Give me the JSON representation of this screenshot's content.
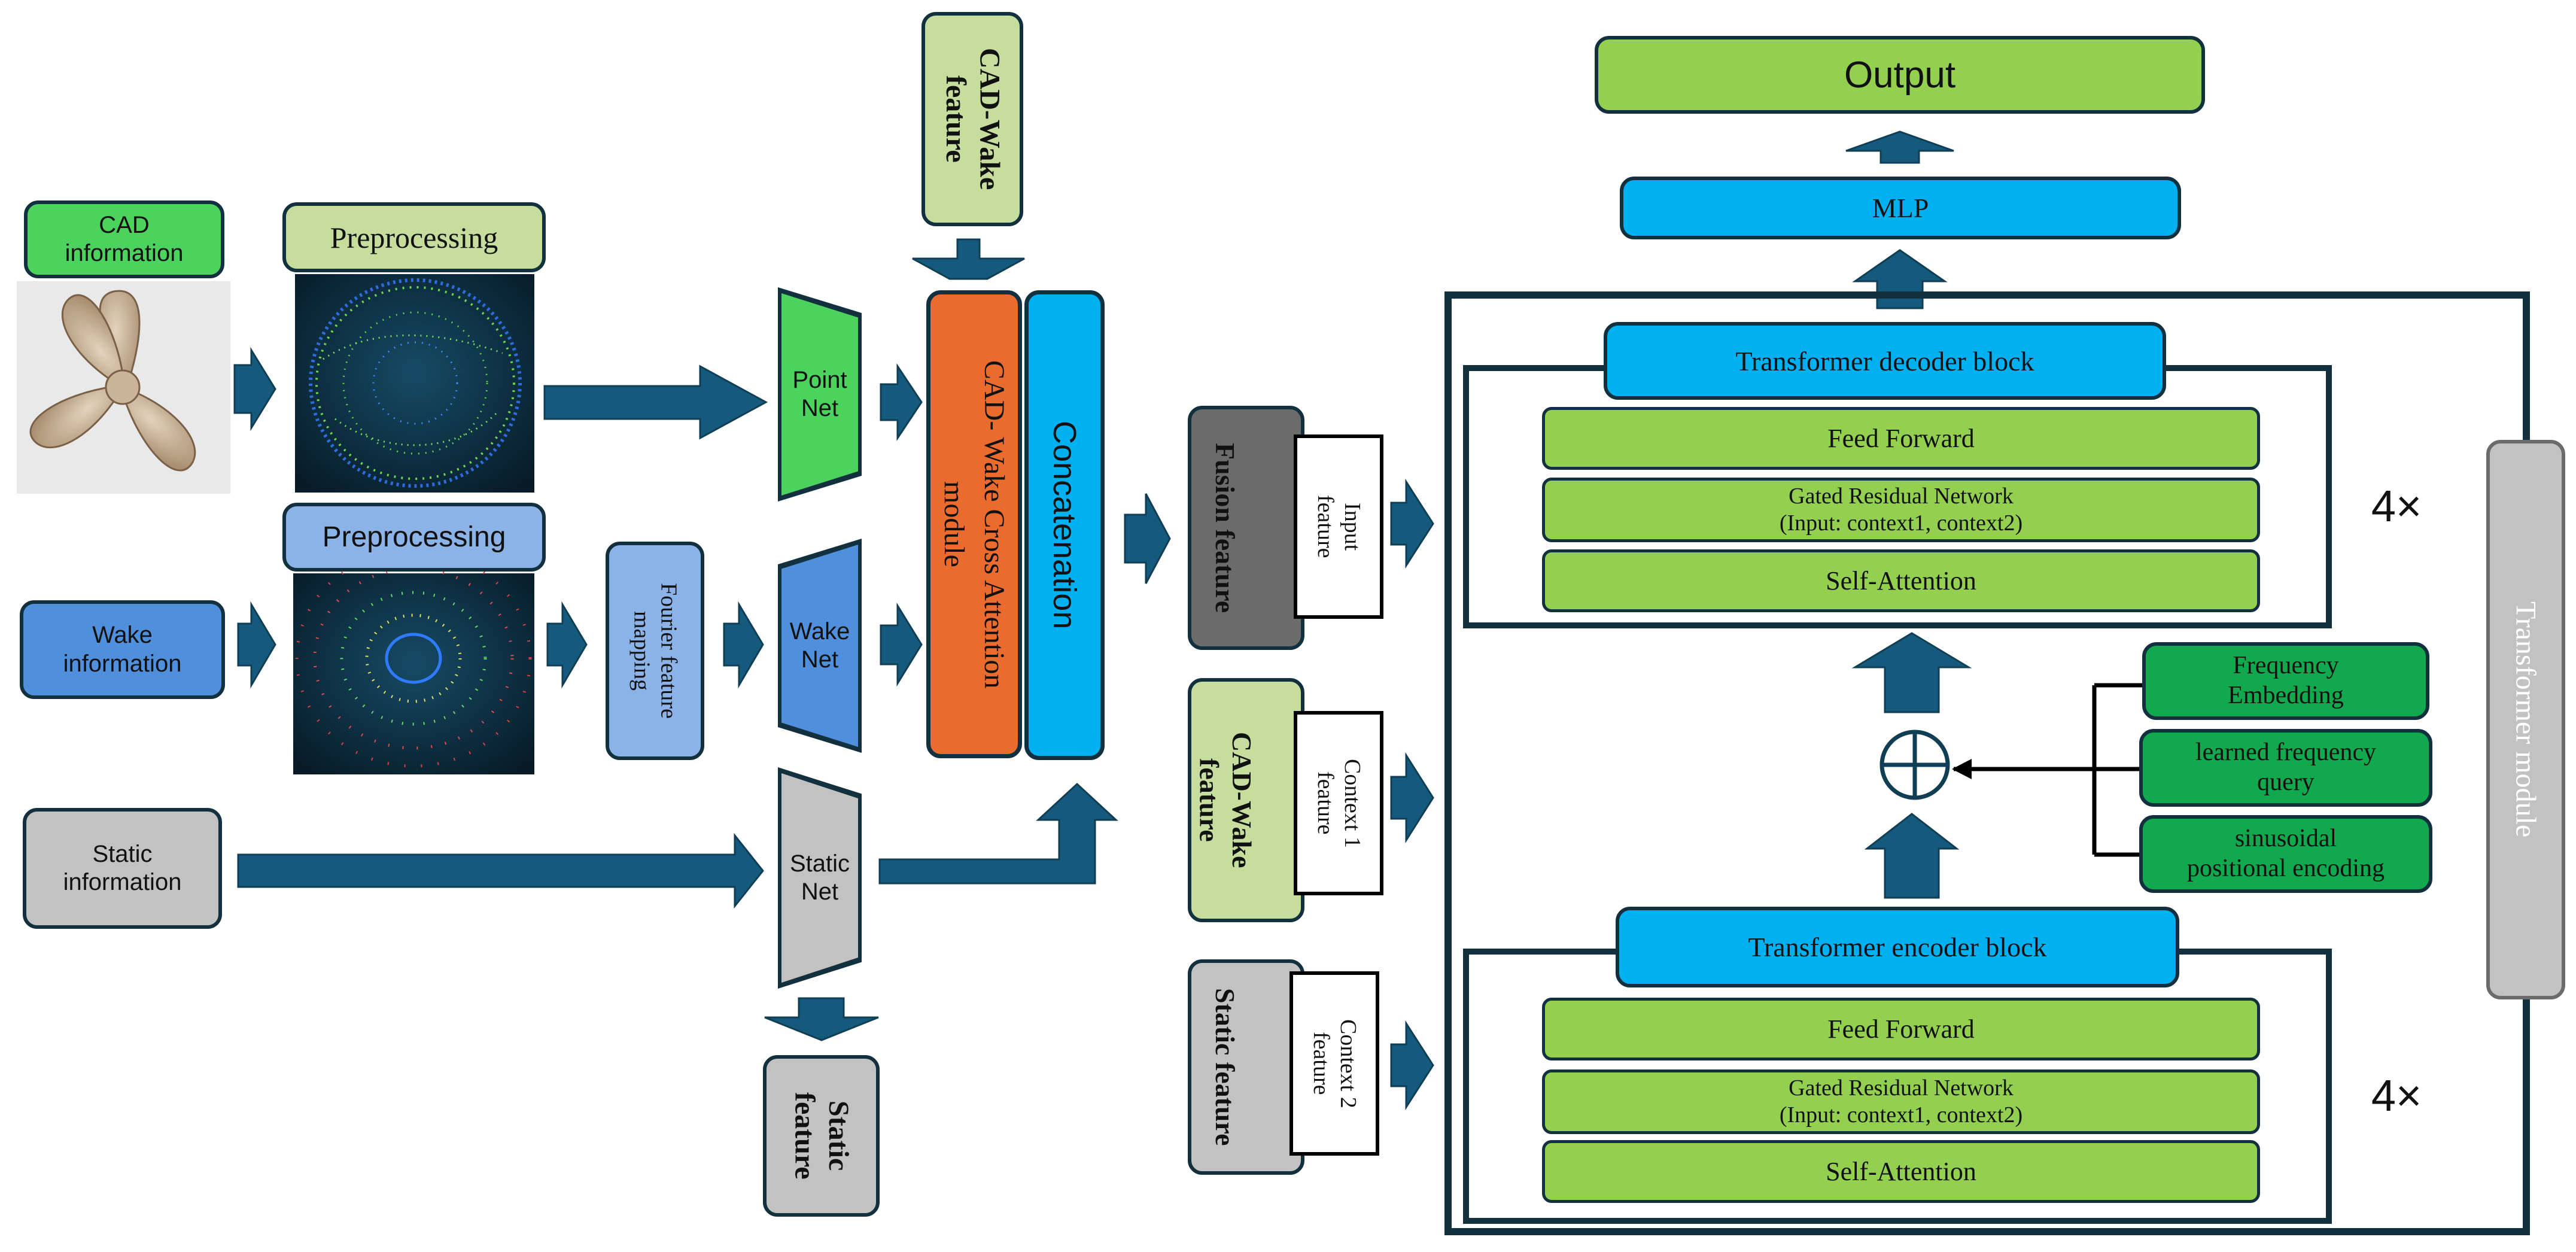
{
  "colors": {
    "arrow": "#155a7c",
    "outline": "#13303f",
    "green_cad": "#4cd35e",
    "light_green": "#c6dd9d",
    "blue_wake": "#4f8fdb",
    "light_blue": "#8cb3e8",
    "grey": "#c2c2c2",
    "dark_grey": "#6b6b6b",
    "orange": "#e96c2e",
    "cyan": "#00b0f0",
    "lime": "#93d04f",
    "dark_green": "#12a84e",
    "teal_bg": "#0d3b52"
  },
  "inputs": {
    "cad": "CAD\ninformation",
    "wake": "Wake\ninformation",
    "static": "Static\ninformation"
  },
  "preprocessing": {
    "top": "Preprocessing",
    "bottom": "Preprocessing"
  },
  "fourier": "Fourier feature\nmapping",
  "nets": {
    "point": "Point\nNet",
    "wake": "Wake\nNet",
    "static": "Static\nNet"
  },
  "cross_attention": "CAD- Wake Cross Attention\nmodule",
  "concatenation": "Concatenation",
  "outputs": {
    "cad_wake_feature": "CAD-Wake\nfeature",
    "static_feature": "Static\nfeature"
  },
  "features": {
    "fusion": {
      "name": "Fusion feature",
      "role": "Input\nfeature"
    },
    "cad_wake": {
      "name": "CAD-Wake\nfeature",
      "role": "Context 1\nfeature"
    },
    "static": {
      "name": "Static feature",
      "role": "Context 2\nfeature"
    }
  },
  "transformer": {
    "module_label": "Transformer  module",
    "decoder_block": "Transformer decoder block",
    "encoder_block": "Transformer encoder block",
    "decoder": {
      "feed_forward": "Feed Forward",
      "grn": "Gated Residual Network\n(Input: context1, context2)",
      "self_attention": "Self-Attention",
      "repeat": "4×"
    },
    "encoder": {
      "feed_forward": "Feed Forward",
      "grn": "Gated Residual Network\n(Input: context1, context2)",
      "self_attention": "Self-Attention",
      "repeat": "4×"
    },
    "embeddings": {
      "frequency": "Frequency\nEmbedding",
      "learned": "learned frequency\nquery",
      "sinusoidal": "sinusoidal\npositional encoding"
    },
    "mlp": "MLP",
    "output": "Output"
  }
}
